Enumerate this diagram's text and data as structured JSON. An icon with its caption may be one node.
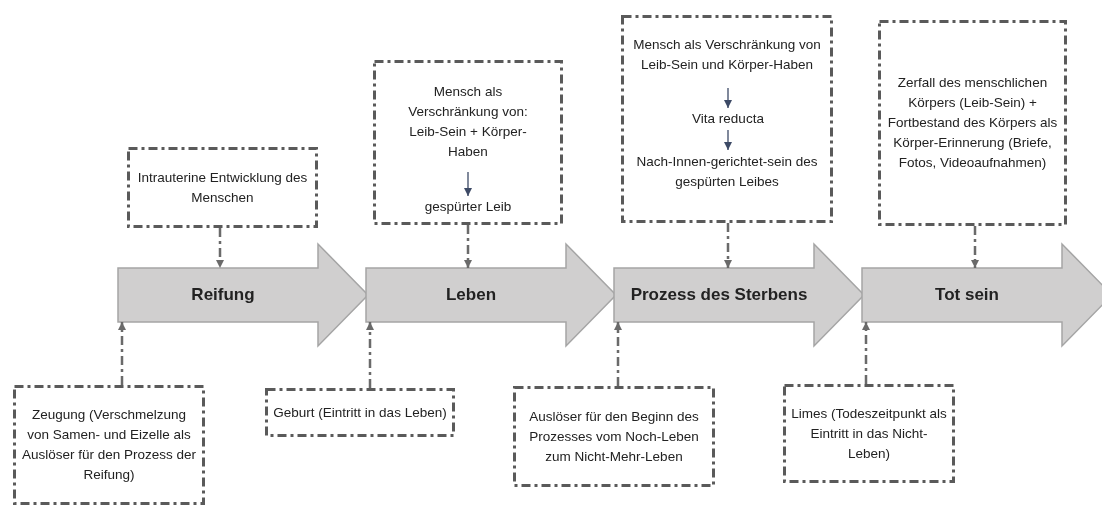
{
  "diagram": {
    "nodes": [
      {
        "text": [
          "Intrauterine Entwicklung des Menschen"
        ]
      },
      {
        "text": [],
        "shape": "box"
      },
      {
        "text": [
          "Mensch als Verschränkung von: Leib-Sein + Körper-Haben"
        ],
        "in": 1
      },
      {
        "text": [
          "gespürter Leib"
        ],
        "in": 1
      },
      {
        "text": [],
        "shape": "box"
      },
      {
        "text": [
          "Mensch als Verschränkung von Leib-Sein und Körper-Haben"
        ],
        "in": 4
      },
      {
        "text": [
          "Vita reducta"
        ],
        "in": 4
      },
      {
        "text": [
          "Nach-Innen-gerichtet-sein des gespürten Leibes"
        ],
        "in": 4
      },
      {
        "text": [
          "Zerfall des menschlichen Körpers (Leib-Sein) + Fortbestand des Körpers als Körper-Erinnerung (Briefe, Fotos, Videoaufnahmen)"
        ]
      },
      {
        "text": [
          "Reifung"
        ]
      },
      {
        "text": [
          "Leben"
        ]
      },
      {
        "text": [
          "Prozess des Sterbens"
        ]
      },
      {
        "text": [
          "Tot sein"
        ]
      },
      {
        "text": [
          "Zeugung (Verschmelzung von Samen- und Eizelle als Auslöser für den Prozess der Reifung)"
        ]
      },
      {
        "text": [
          "Geburt (Eintritt in das Leben)"
        ]
      },
      {
        "text": [
          "Auslöser für den Beginn des Prozesses vom Noch-Leben zum Nicht-Mehr-Leben"
        ]
      },
      {
        "text": [
          "Limes (Todeszeitpunkt als Eintritt in das Nicht-Leben)"
        ]
      }
    ],
    "edges": [
      {
        "from": 0,
        "to": 9,
        "arrow": "to",
        "style": "dashed"
      },
      {
        "from": 2,
        "to": 3,
        "arrow": "to"
      },
      {
        "from": 1,
        "to": 10,
        "arrow": "to",
        "style": "dashed"
      },
      {
        "from": 5,
        "to": 6,
        "arrow": "to"
      },
      {
        "from": 6,
        "to": 7,
        "arrow": "to"
      },
      {
        "from": 4,
        "to": 11,
        "arrow": "to",
        "style": "dashed"
      },
      {
        "from": 8,
        "to": 12,
        "arrow": "to",
        "style": "dashed"
      },
      {
        "from": 13,
        "to": 9,
        "arrow": "to",
        "style": "dashed"
      },
      {
        "from": 14,
        "to": 10,
        "arrow": "to",
        "style": "dashed"
      },
      {
        "from": 15,
        "to": 11,
        "arrow": "to",
        "style": "dashed"
      },
      {
        "from": 16,
        "to": 12,
        "arrow": "to",
        "style": "dashed"
      }
    ]
  }
}
